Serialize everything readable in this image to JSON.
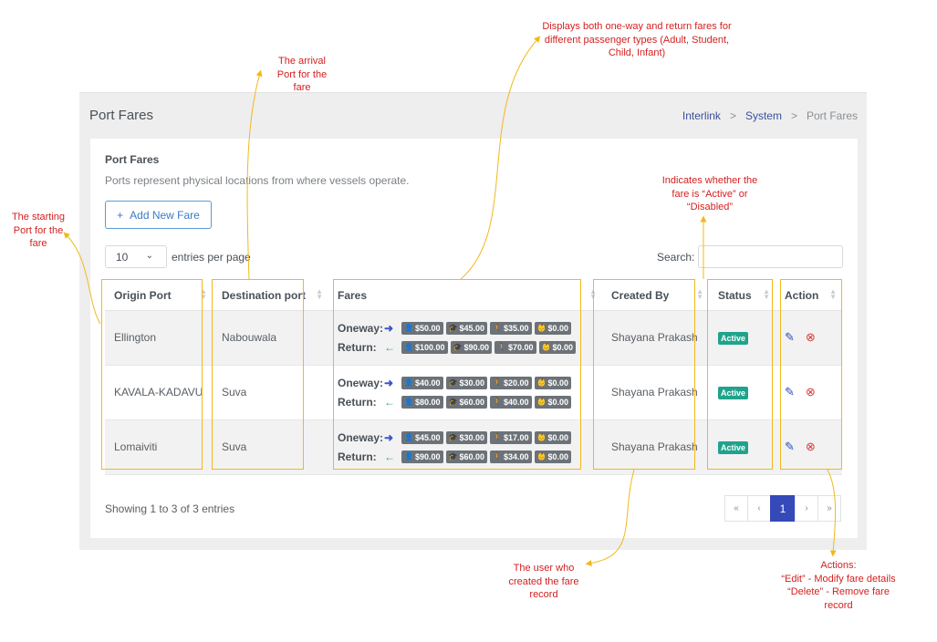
{
  "page": {
    "title": "Port Fares",
    "breadcrumb": [
      "Interlink",
      "System",
      "Port Fares"
    ],
    "breadcrumb_separator": ">"
  },
  "card": {
    "title": "Port Fares",
    "description": "Ports represent physical locations from where vessels operate.",
    "add_button_label": "Add New Fare",
    "add_button_icon": "+"
  },
  "controls": {
    "page_length_value": "10",
    "page_length_suffix": "entries per page",
    "search_label": "Search:",
    "search_value": ""
  },
  "table": {
    "headers": [
      "Origin Port",
      "Destination port",
      "Fares",
      "Created By",
      "Status",
      "Action"
    ],
    "oneway_label": "Oneway:",
    "return_label": "Return:",
    "rows": [
      {
        "origin": "Ellington",
        "destination": "Nabouwala",
        "oneway": [
          "$50.00",
          "$45.00",
          "$35.00",
          "$0.00"
        ],
        "return": [
          "$100.00",
          "$90.00",
          "$70.00",
          "$0.00"
        ],
        "created_by": "Shayana Prakash",
        "status": "Active"
      },
      {
        "origin": "KAVALA-KADAVU",
        "destination": "Suva",
        "oneway": [
          "$40.00",
          "$30.00",
          "$20.00",
          "$0.00"
        ],
        "return": [
          "$80.00",
          "$60.00",
          "$40.00",
          "$0.00"
        ],
        "created_by": "Shayana Prakash",
        "status": "Active"
      },
      {
        "origin": "Lomaiviti",
        "destination": "Suva",
        "oneway": [
          "$45.00",
          "$30.00",
          "$17.00",
          "$0.00"
        ],
        "return": [
          "$90.00",
          "$60.00",
          "$34.00",
          "$0.00"
        ],
        "created_by": "Shayana Prakash",
        "status": "Active"
      }
    ]
  },
  "footer": {
    "showing_text": "Showing 1 to 3 of 3 entries",
    "pagination": [
      "«",
      "‹",
      "1",
      "›",
      "»"
    ]
  },
  "annotations": {
    "origin": "The starting Port for the fare",
    "destination": "The arrival Port for the fare",
    "fares": "Displays both one-way and return fares for different passenger types (Adult, Student, Child, Infant)",
    "status": "Indicates whether the fare is “Active” or “Disabled”",
    "created_by": "The user who created the fare record",
    "actions_title": "Actions:",
    "actions_edit": "“Edit” - Modify fare details",
    "actions_delete": "“Delete” - Remove fare record"
  },
  "colors": {
    "primary": "#3549b8",
    "active_badge": "#1fa38c",
    "annotation_text": "#d42020",
    "annotation_highlight": "#f2b81a"
  },
  "icons": {
    "passenger_types": [
      "adult-icon",
      "student-icon",
      "child-icon",
      "infant-icon"
    ],
    "actions": [
      "edit-icon",
      "delete-icon"
    ]
  }
}
